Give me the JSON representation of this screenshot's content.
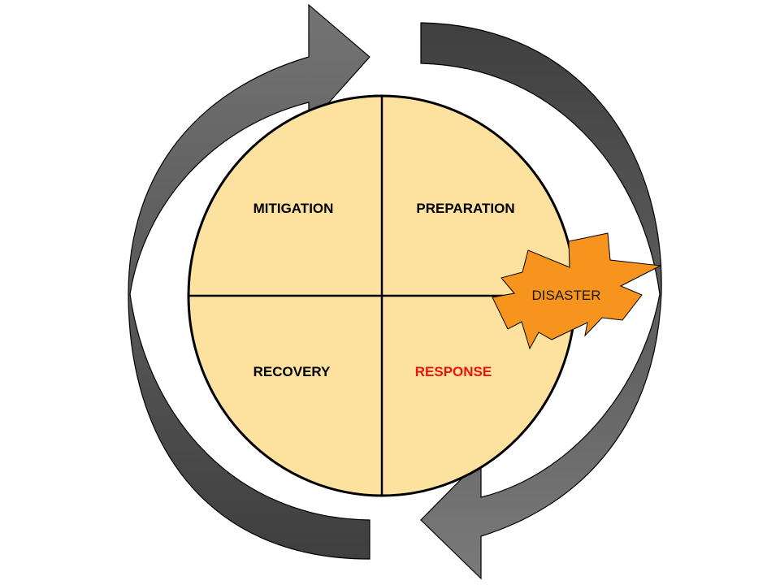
{
  "quadrants": {
    "top_left": {
      "label": "MITIGATION",
      "color": "#000000"
    },
    "top_right": {
      "label": "PREPARATION",
      "color": "#000000"
    },
    "bottom_left": {
      "label": "RECOVERY",
      "color": "#000000"
    },
    "bottom_right": {
      "label": "RESPONSE",
      "color": "#e8150e"
    }
  },
  "event": {
    "label": "DISASTER",
    "color": "#f7941d"
  },
  "colors": {
    "circle_fill": "#fde29f",
    "arrow_fill_light": "#707070",
    "arrow_fill_dark": "#3d3d3d"
  }
}
